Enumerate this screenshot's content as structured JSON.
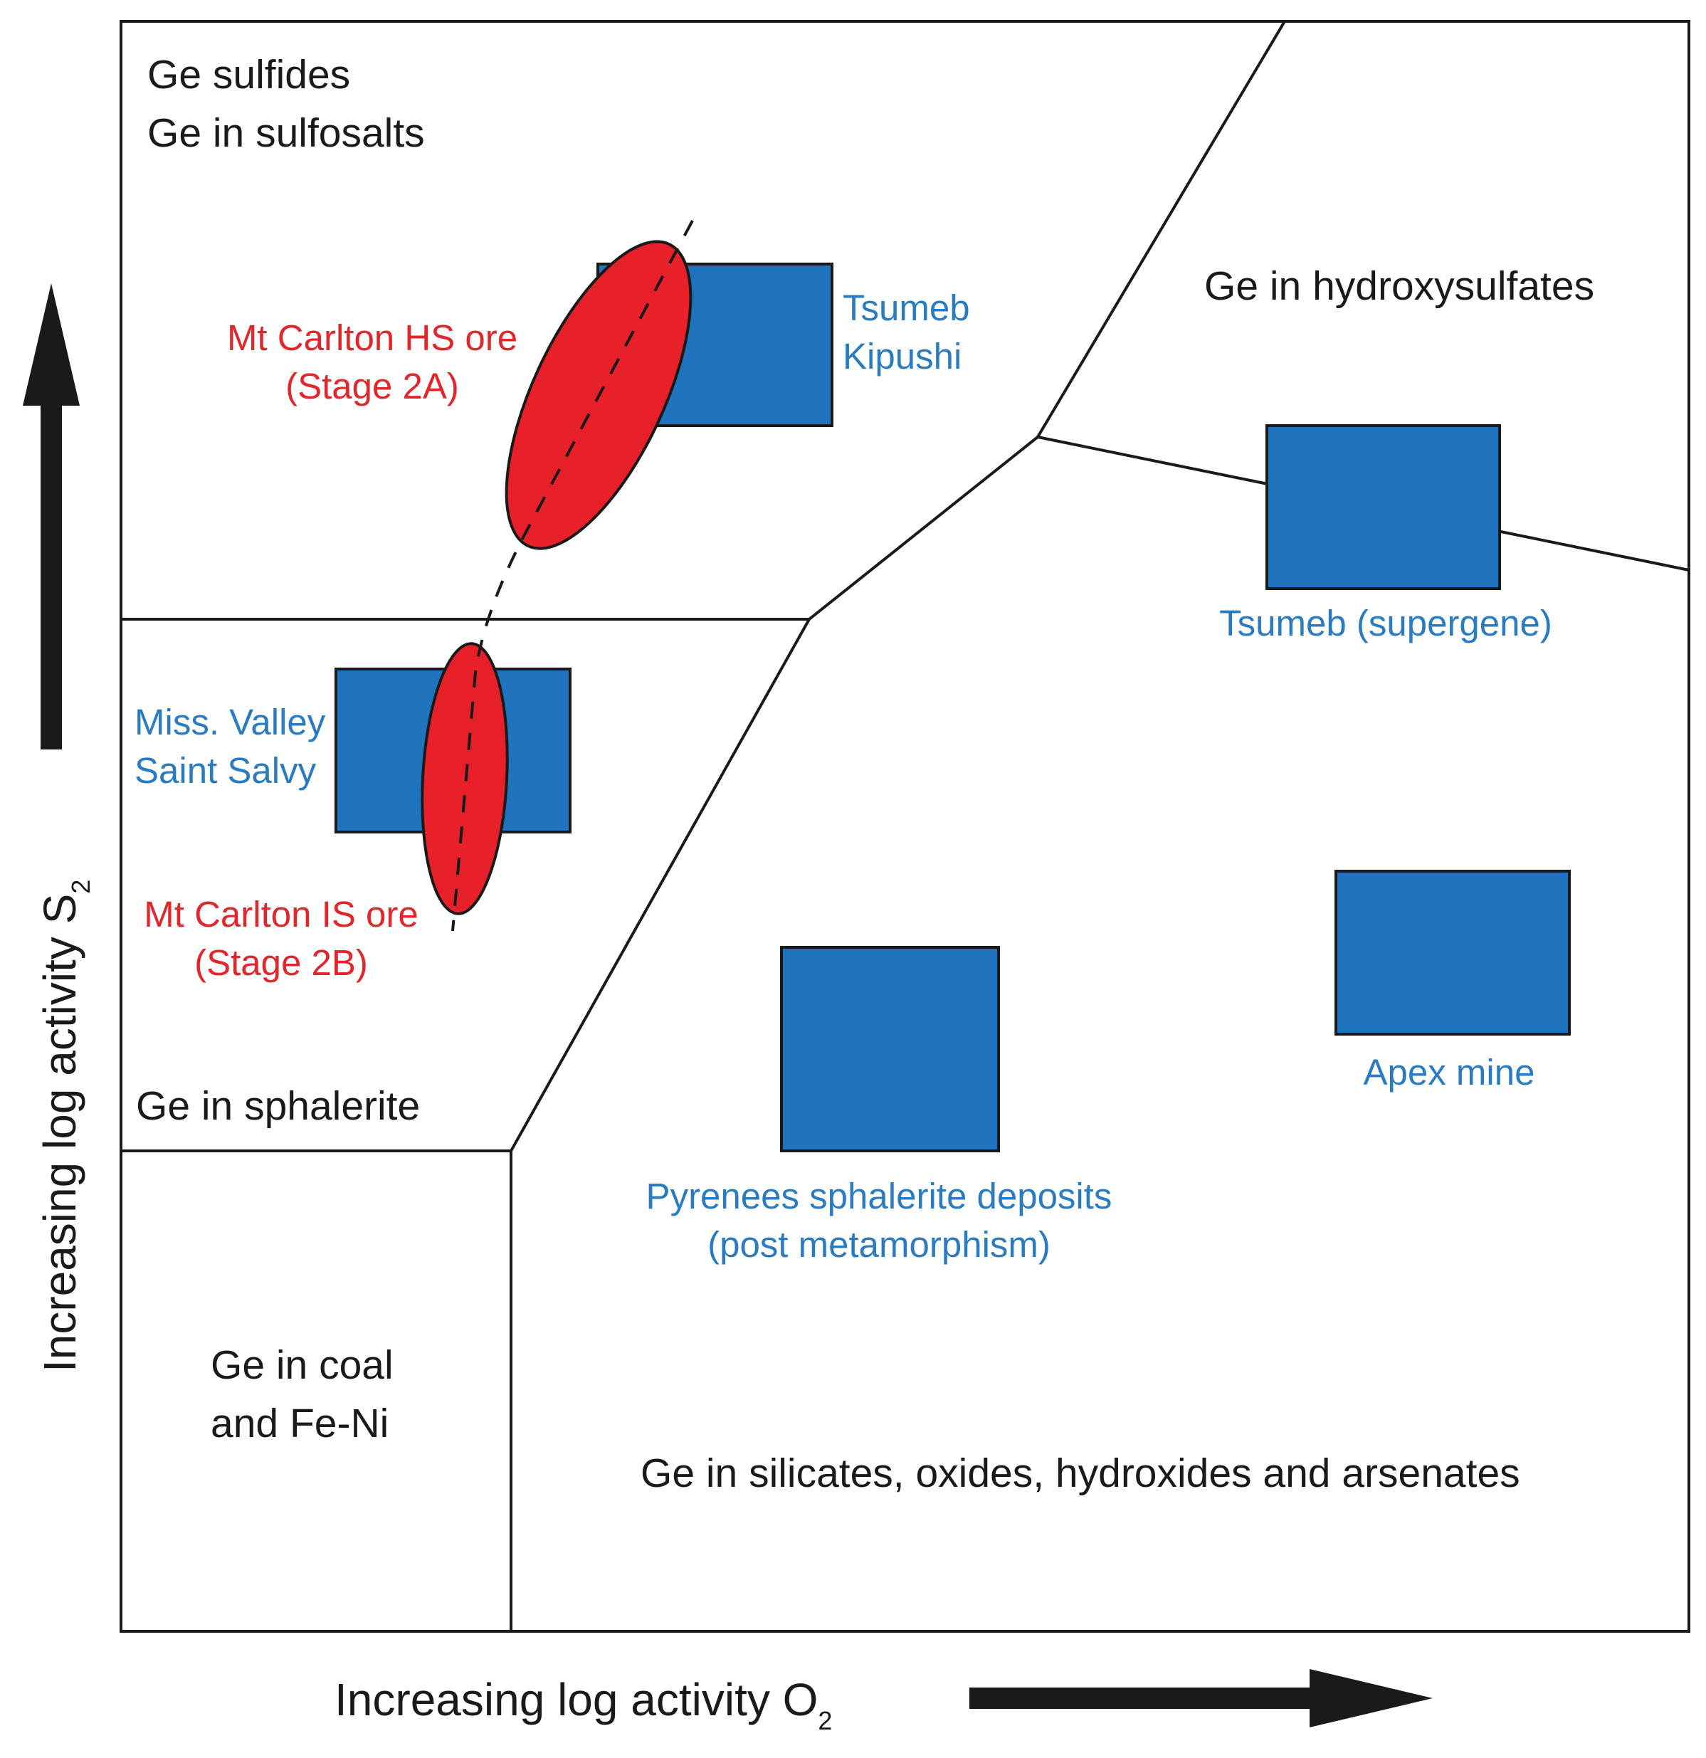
{
  "colors": {
    "deposit_box": "#2074be",
    "deposit_label": "#2a7bbf",
    "mt_carlton": "#e8202a",
    "mt_carlton_label": "#e1262c",
    "boundary": "#1a1a1a"
  },
  "axes": {
    "x": {
      "label": "Increasing log activity O",
      "subscript": "2"
    },
    "y": {
      "label": "Increasing log activity S",
      "subscript": "2"
    }
  },
  "fields": {
    "sulfides": {
      "line1": "Ge sulfides",
      "line2": "Ge in sulfosalts"
    },
    "hydroxysulfates": "Ge in hydroxysulfates",
    "sphalerite": "Ge in sphalerite",
    "coal": {
      "line1": "Ge in coal",
      "line2": "and Fe-Ni"
    },
    "silicates": "Ge in silicates, oxides, hydroxides and arsenates"
  },
  "deposits": {
    "tsumeb_kipushi": {
      "line1": "Tsumeb",
      "line2": "Kipushi"
    },
    "tsumeb_supergene": "Tsumeb (supergene)",
    "miss_valley": {
      "line1": "Miss. Valley",
      "line2": "Saint Salvy"
    },
    "pyrenees": {
      "line1": "Pyrenees sphalerite deposits",
      "line2": "(post metamorphism)"
    },
    "apex": "Apex mine"
  },
  "mt_carlton": {
    "hs": {
      "line1": "Mt Carlton HS ore",
      "line2": "(Stage 2A)"
    },
    "is": {
      "line1": "Mt Carlton IS ore",
      "line2": "(Stage 2B)"
    }
  }
}
